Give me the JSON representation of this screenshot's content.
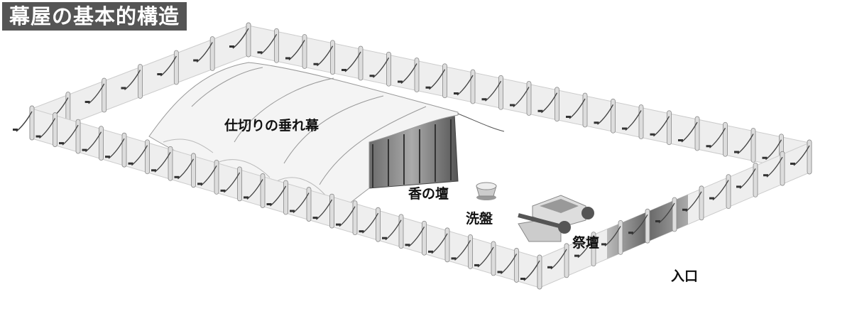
{
  "title": "幕屋の基本的構造",
  "labels": {
    "veil": "仕切りの垂れ幕",
    "incense_altar": "香の壇",
    "laver": "洗盤",
    "altar": "祭壇",
    "entrance": "入口"
  }
}
